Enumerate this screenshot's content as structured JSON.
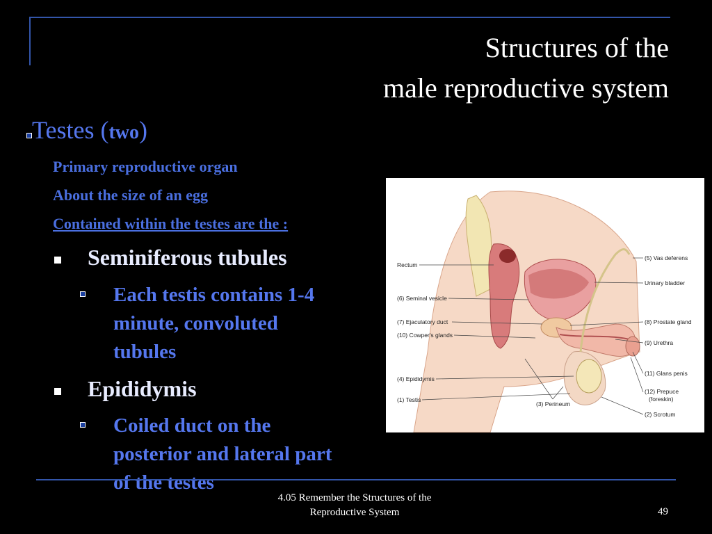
{
  "title": {
    "line1": "Structures of the",
    "line2": "male reproductive system"
  },
  "heading": {
    "main": "Testes (",
    "emphasis": "two",
    "close": ")"
  },
  "subpoints": [
    "Primary reproductive organ",
    "About the size of an egg",
    "Contained within the testes are the :"
  ],
  "items": [
    {
      "label": "Seminiferous tubules",
      "details": [
        "Each testis contains 1-4",
        "minute, convoluted",
        "tubules"
      ]
    },
    {
      "label": "Epididymis",
      "details": [
        "Coiled duct on the",
        "posterior and lateral part",
        "of the testes"
      ]
    }
  ],
  "diagram": {
    "labels": {
      "rectum": "Rectum",
      "seminal_vesicle": "(6) Seminal vesicle",
      "ejaculatory_duct": "(7) Ejaculatory duct",
      "cowpers_glands": "(10) Cowper's glands",
      "epididymis": "(4) Epididymis",
      "testis": "(1) Testis",
      "perineum": "(3) Perineum",
      "vas_deferens": "(5) Vas deferens",
      "urinary_bladder": "Urinary bladder",
      "prostate_gland": "(8) Prostate gland",
      "urethra": "(9) Urethra",
      "glans_penis": "(11) Glans penis",
      "prepuce": "(12) Prepuce",
      "foreskin": "(foreskin)",
      "scrotum": "(2) Scrotum"
    }
  },
  "footer": {
    "line1": "4.05 Remember the Structures of  the",
    "line2": "Reproductive System",
    "page": "49"
  },
  "colors": {
    "background": "#000000",
    "accent_blue": "#5577ee",
    "frame_blue": "#3355aa"
  }
}
